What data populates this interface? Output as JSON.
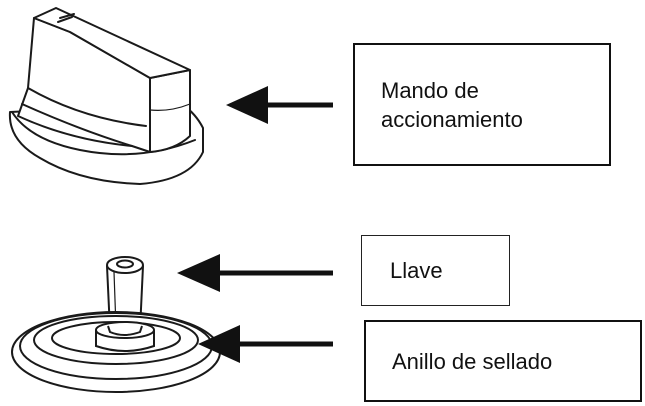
{
  "labels": {
    "mando": {
      "line1": "Mando de",
      "line2": "accionamiento"
    },
    "llave": "Llave",
    "anillo": "Anillo de sellado"
  },
  "colors": {
    "ink": "#111111",
    "background": "#ffffff"
  }
}
